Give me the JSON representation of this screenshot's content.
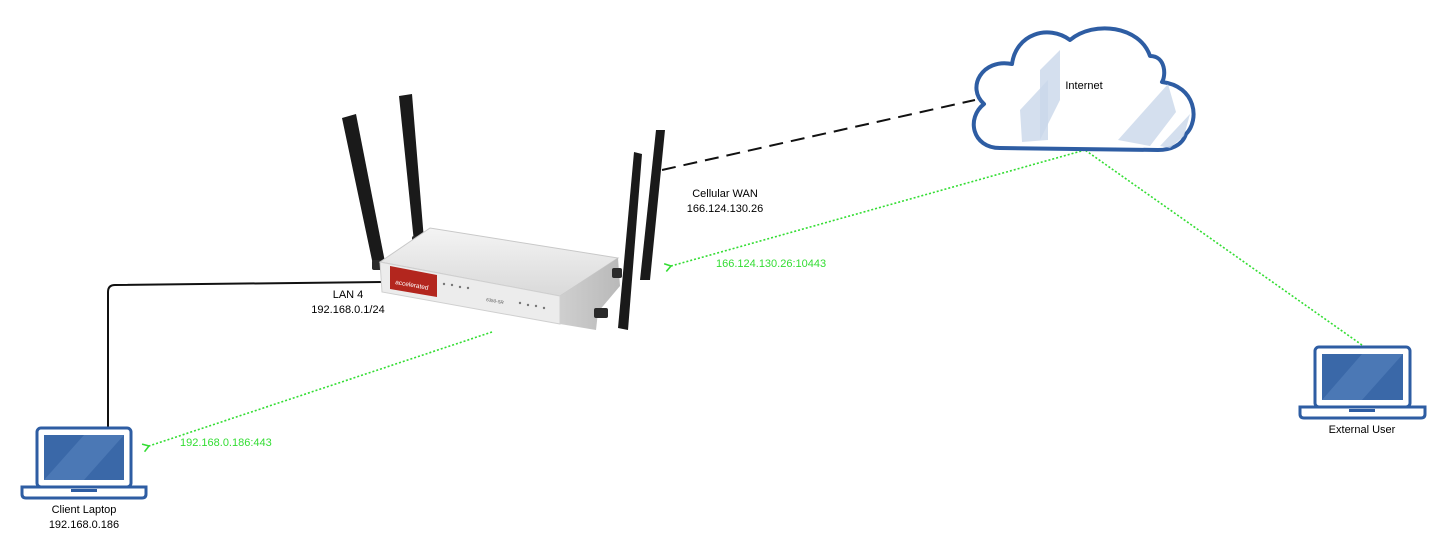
{
  "nodes": {
    "internet": {
      "label": "Internet"
    },
    "router": {
      "brand": "accelerated",
      "model": "6350-SR",
      "wan_label": "Cellular WAN",
      "wan_ip": "166.124.130.26",
      "lan_label": "LAN 4",
      "lan_ip": "192.168.0.1/24"
    },
    "client_laptop": {
      "label": "Client Laptop",
      "ip": "192.168.0.186"
    },
    "external_user": {
      "label": "External User"
    }
  },
  "flows": {
    "forward_dest": "166.124.130.26:10443",
    "forward_target": "192.168.0.186:443"
  },
  "colors": {
    "flow": "#33dd33",
    "cloud_stroke": "#2e5da3",
    "laptop_stroke": "#2e5da3",
    "laptop_screen": "#3a68a8",
    "router_red": "#b3261e"
  }
}
